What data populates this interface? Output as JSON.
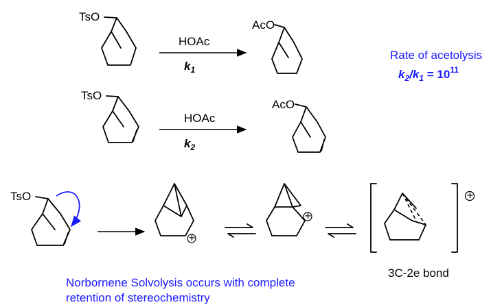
{
  "reactions": {
    "top": {
      "reactant_group": "TsO",
      "product_group": "AcO",
      "reagent": "HOAc",
      "rate_constant": "k",
      "rate_sub": "1"
    },
    "middle": {
      "reactant_group": "TsO",
      "product_group": "AcO",
      "reagent": "HOAc",
      "rate_constant": "k",
      "rate_sub": "2"
    }
  },
  "rate_box": {
    "title": "Rate of acetolysis",
    "k2": "k",
    "k2_sub": "2",
    "slash": "/",
    "k1": "k",
    "k1_sub": "1",
    "equals": " = 10",
    "exponent": "11"
  },
  "mechanism": {
    "start_group": "TsO",
    "charge": "+",
    "bond_label": "3C-2e bond"
  },
  "caption": {
    "line1": "Norbornene Solvolysis occurs with complete",
    "line2": "retention of stereochemistry"
  },
  "colors": {
    "accent": "#1a1aff",
    "ink": "#000000"
  }
}
